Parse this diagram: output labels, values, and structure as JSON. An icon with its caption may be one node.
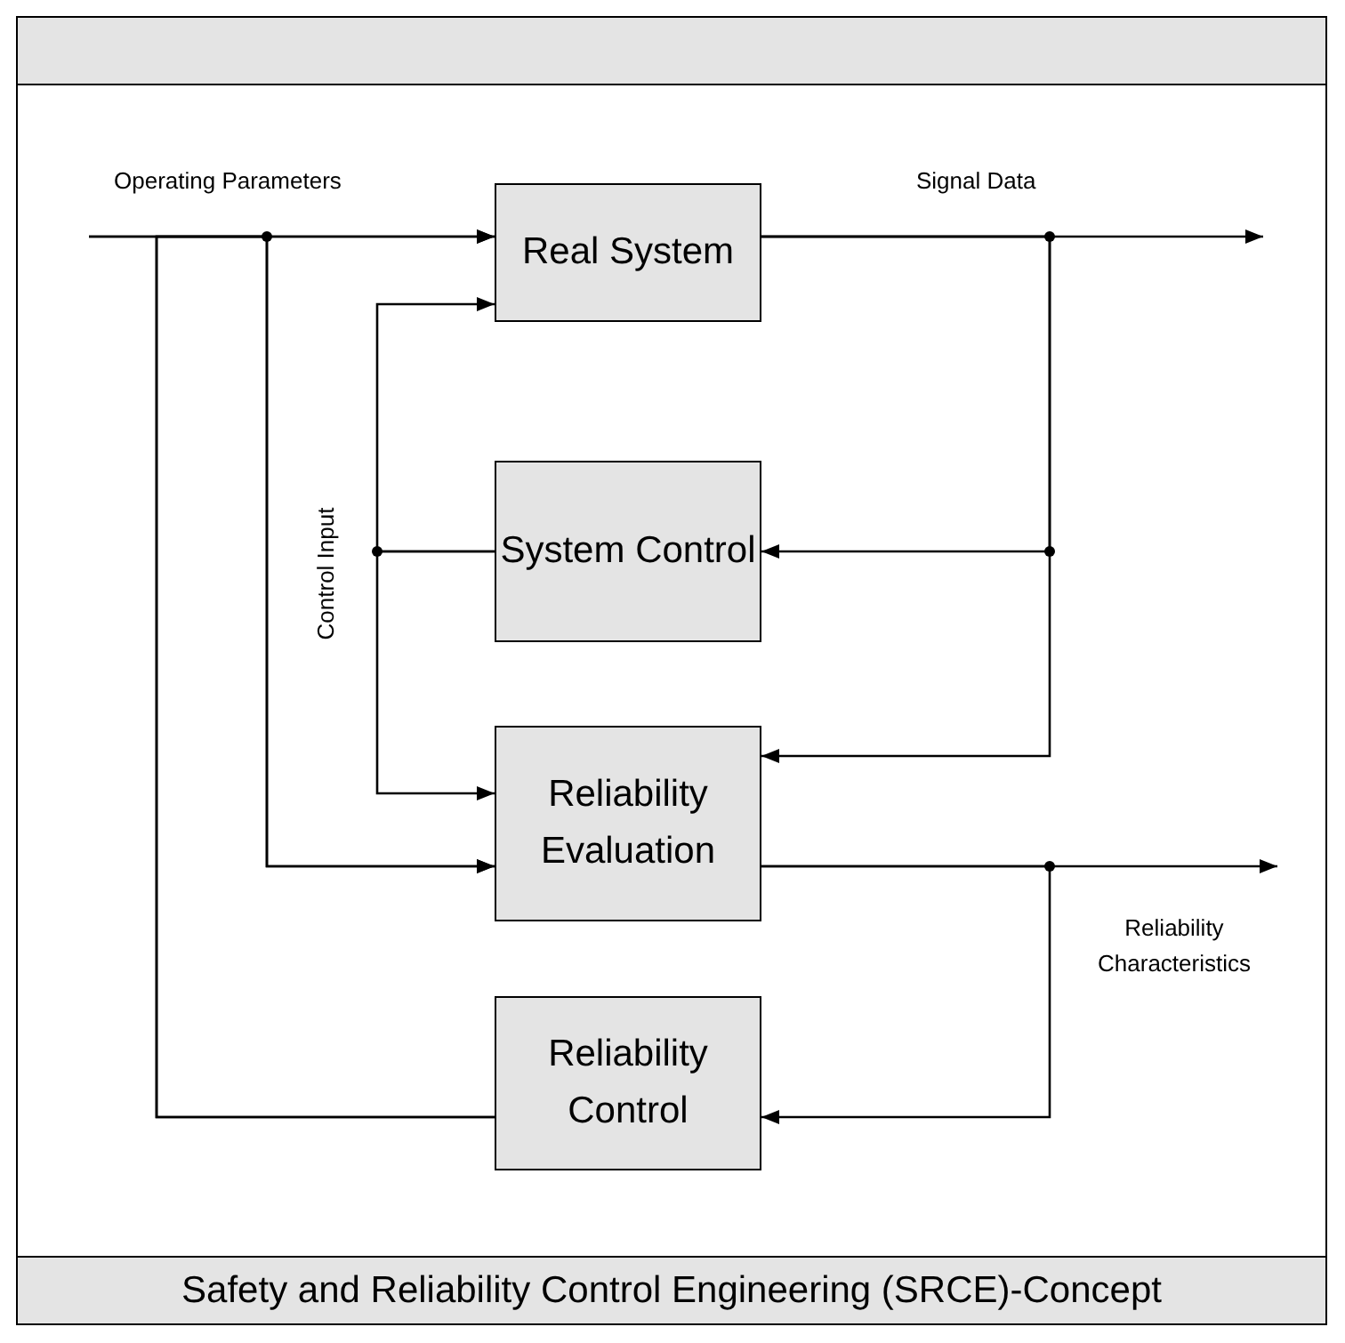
{
  "diagram": {
    "caption": "Safety and Reliability Control Engineering (SRCE)-Concept",
    "nodes": [
      {
        "text": [
          "Real System"
        ]
      },
      {
        "text": [
          "System Control"
        ]
      },
      {
        "text": [
          "Reliability Evaluation"
        ]
      },
      {
        "text": [
          "Reliability Control"
        ]
      }
    ],
    "edges": [
      {
        "from": null,
        "to": 0,
        "arrow": "to",
        "label": "Operating Parameters"
      },
      {
        "from": null,
        "to": 2,
        "arrow": "to"
      },
      {
        "from": 3,
        "to": 0,
        "arrow": "to"
      },
      {
        "from": 3,
        "to": 2,
        "arrow": "to"
      },
      {
        "from": 0,
        "to": null,
        "arrow": "to",
        "label": "Signal Data"
      },
      {
        "from": 0,
        "to": 1,
        "arrow": "to"
      },
      {
        "from": 0,
        "to": 2,
        "arrow": "to"
      },
      {
        "from": 1,
        "to": 0,
        "arrow": "to",
        "label": "Control Input"
      },
      {
        "from": 1,
        "to": 2,
        "arrow": "to"
      },
      {
        "from": 2,
        "to": null,
        "arrow": "to",
        "label": "Reliability Characteristics"
      },
      {
        "from": 2,
        "to": 3,
        "arrow": "to"
      }
    ]
  }
}
